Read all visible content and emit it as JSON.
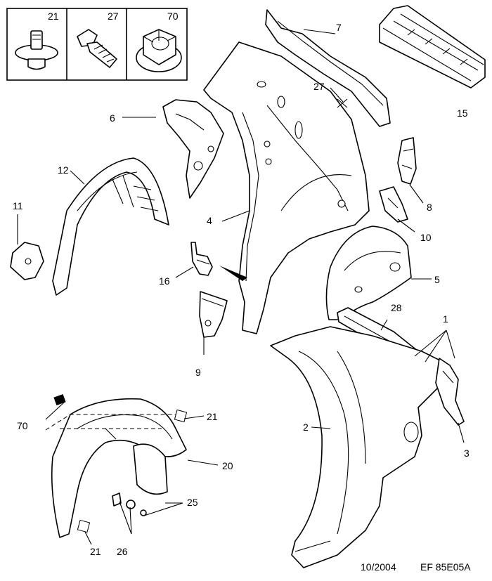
{
  "legend": {
    "items": [
      {
        "number": "21",
        "icon": "push-clip-icon"
      },
      {
        "number": "27",
        "icon": "screw-icon"
      },
      {
        "number": "70",
        "icon": "flange-nut-icon"
      }
    ]
  },
  "callouts": {
    "c1": "1",
    "c2": "2",
    "c3": "3",
    "c4": "4",
    "c5": "5",
    "c6": "6",
    "c7": "7",
    "c8": "8",
    "c9": "9",
    "c10": "10",
    "c11": "11",
    "c12": "12",
    "c15": "15",
    "c16": "16",
    "c20": "20",
    "c21a": "21",
    "c21b": "21",
    "c25": "25",
    "c26": "26",
    "c27": "27",
    "c28": "28",
    "c70": "70"
  },
  "footer": {
    "date": "10/2004",
    "reference": "EF 85E05A"
  }
}
